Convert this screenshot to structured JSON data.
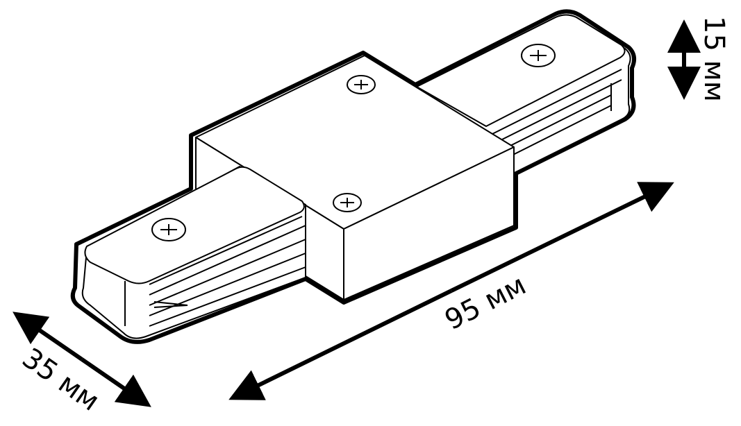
{
  "title": "Track connector dimensions",
  "dimensions": {
    "height": "15 мм",
    "length": "95 мм",
    "width": "35 мм"
  },
  "colors": {
    "stroke": "#000000",
    "fill": "#ffffff"
  }
}
